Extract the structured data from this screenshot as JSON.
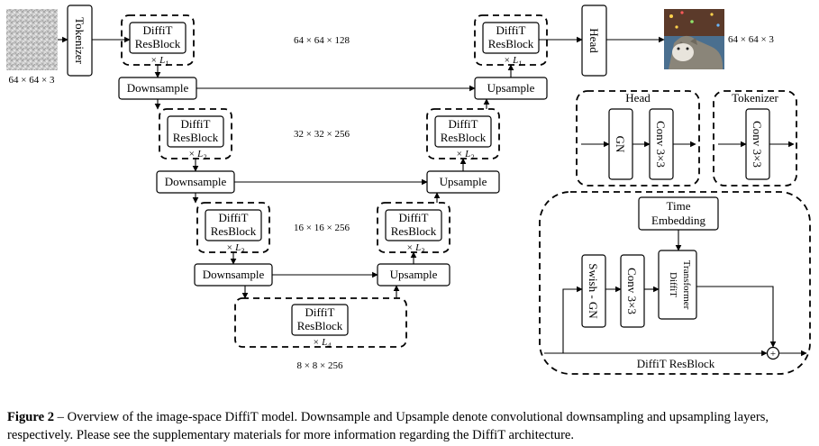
{
  "input": {
    "image_alt": "noise image",
    "dims": "64 × 64 × 3"
  },
  "output": {
    "image_alt": "generated cat image",
    "dims": "64 × 64 × 3"
  },
  "tokenizer_label": "Tokenizer",
  "head_label": "Head",
  "resblock": {
    "line1": "DiffiT",
    "line2": "ResBlock"
  },
  "levels": [
    {
      "repeat": "× L",
      "sub": "1",
      "dims": "64 × 64 × 128",
      "down": "Downsample",
      "up": "Upsample"
    },
    {
      "repeat": "× L",
      "sub": "2",
      "dims": "32 × 32 × 256",
      "down": "Downsample",
      "up": "Upsample"
    },
    {
      "repeat": "× L",
      "sub": "3",
      "dims": "16 × 16 × 256",
      "down": "Downsample",
      "up": "Upsample"
    },
    {
      "repeat": "× L",
      "sub": "4",
      "dims": "8 × 8 × 256"
    }
  ],
  "head_detail": {
    "title": "Head",
    "gn": "GN",
    "conv": "Conv 3×3"
  },
  "tokenizer_detail": {
    "title": "Tokenizer",
    "conv": "Conv 3×3"
  },
  "resblock_detail": {
    "title": "DiffiT ResBlock",
    "time_line1": "Time",
    "time_line2": "Embedding",
    "swish": "Swish - GN",
    "conv": "Conv 3×3",
    "transformer_line1": "DiffiT",
    "transformer_line2": "Transformer",
    "plus": "+"
  },
  "caption": {
    "label": "Figure 2",
    "text": " – Overview of the image-space DiffiT model. Downsample and Upsample denote convolutional downsampling and upsampling layers, respectively. Please see the supplementary materials for more information regarding the DiffiT architecture."
  }
}
